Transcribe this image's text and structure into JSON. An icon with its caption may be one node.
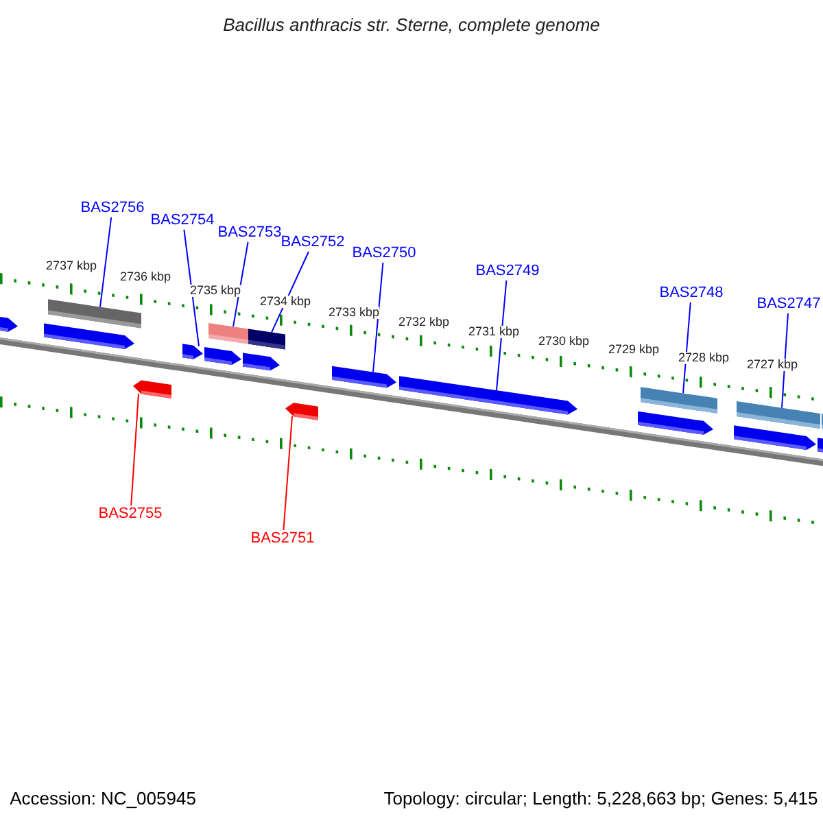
{
  "diagram": {
    "title": "Bacillus anthracis str. Sterne, complete genome",
    "nodes": [
      {
        "text": [
          "BAS2756"
        ]
      },
      {
        "text": [
          "BAS2754"
        ]
      },
      {
        "text": [
          "BAS2753"
        ]
      },
      {
        "text": [
          "BAS2752"
        ]
      },
      {
        "text": [
          "BAS2750"
        ]
      },
      {
        "text": [
          "BAS2749"
        ]
      },
      {
        "text": [
          "BAS2748"
        ]
      },
      {
        "text": [
          "BAS2747"
        ]
      },
      {
        "text": [
          "BAS2755"
        ]
      },
      {
        "text": [
          "BAS2751"
        ]
      },
      {
        "text": [],
        "shape": "box"
      },
      {
        "text": [],
        "shape": "bar"
      },
      {
        "text": [],
        "shape": "box"
      },
      {
        "text": [],
        "shape": "box"
      },
      {
        "text": [],
        "shape": "bar"
      },
      {
        "text": [],
        "shape": "bar"
      },
      {
        "text": [],
        "shape": "box"
      },
      {
        "text": [],
        "shape": "box"
      },
      {
        "text": [],
        "shape": "bar"
      },
      {
        "text": [],
        "shape": "bar"
      },
      {
        "text": [],
        "shape": "bar"
      },
      {
        "text": [],
        "shape": "bar"
      },
      {
        "text": [],
        "shape": "bar"
      },
      {
        "text": [],
        "shape": "bar"
      },
      {
        "text": [],
        "shape": "bar"
      },
      {
        "text": [],
        "shape": "bar"
      },
      {
        "text": [],
        "shape": "bar"
      },
      {
        "text": [],
        "shape": "box"
      }
    ],
    "edges": [
      {
        "from": 0,
        "to": 10,
        "arrow": "none"
      },
      {
        "from": 1,
        "to": 11,
        "arrow": "none"
      },
      {
        "from": 2,
        "to": 12,
        "arrow": "none"
      },
      {
        "from": 3,
        "to": 13,
        "arrow": "none"
      },
      {
        "from": 4,
        "to": 14,
        "arrow": "none"
      },
      {
        "from": 5,
        "to": 15,
        "arrow": "none"
      },
      {
        "from": 6,
        "to": 16,
        "arrow": "none"
      },
      {
        "from": 7,
        "to": 17,
        "arrow": "none"
      },
      {
        "from": 8,
        "to": 18,
        "arrow": "none",
        "color": "#ff0000"
      },
      {
        "from": 9,
        "to": 19,
        "arrow": "none",
        "color": "#ff0000"
      }
    ],
    "labels": [
      "2737 kbp",
      "2736 kbp",
      "2735 kbp",
      "2734 kbp",
      "2733 kbp",
      "2732 kbp",
      "2731 kbp",
      "2730 kbp",
      "2729 kbp",
      "2728 kbp",
      "2727 kbp",
      "Accession: NC_005945",
      "Topology: circular; Length: 5,228,663 bp; Genes: 5,415"
    ]
  }
}
